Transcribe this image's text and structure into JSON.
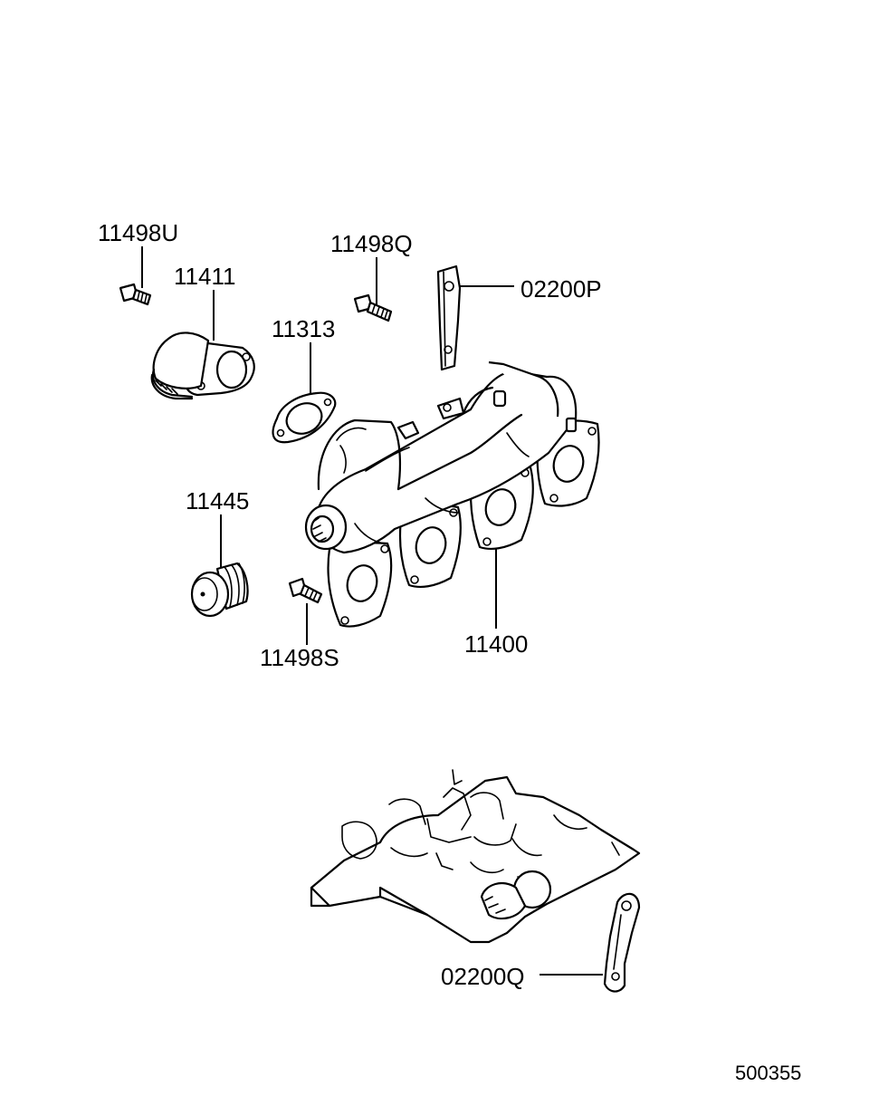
{
  "labels": {
    "bolt_u": "11498U",
    "elbow": "11411",
    "bolt_q": "11498Q",
    "bracket_p": "02200P",
    "gasket": "11313",
    "plug": "11445",
    "bolt_s": "11498S",
    "manifold": "11400",
    "bracket_q": "02200Q"
  },
  "figure_number": "500355"
}
